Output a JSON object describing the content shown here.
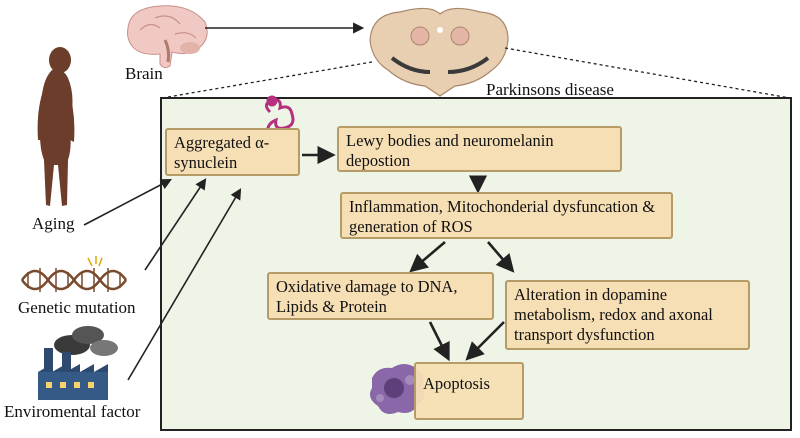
{
  "labels": {
    "brain": "Brain",
    "disease": "Parkinsons disease",
    "aging": "Aging",
    "genetic": "Genetic mutation",
    "environment": "Enviromental factor"
  },
  "boxes": {
    "aggregated": "Aggregated α-synuclein",
    "lewy": "Lewy bodies and neuromelanin depostion",
    "inflammation": "Inflammation, Mitochonderial dysfuncation & generation of ROS",
    "oxidative": "Oxidative damage to DNA, Lipids & Protein",
    "alteration": "Alteration in dopamine metabolism, redox and axonal transport dysfunction",
    "apoptosis": "Apoptosis"
  },
  "icons": [
    "human-figure-icon",
    "brain-icon",
    "midbrain-section-icon",
    "dna-icon",
    "factory-icon",
    "alpha-synuclein-protein-icon",
    "apoptosis-cell-icon"
  ],
  "colors": {
    "panel": "#eef5e6",
    "box": "#f6dfb4",
    "box_border": "#b79b67",
    "synuclein": "#b5317f",
    "apoptosis": "#7d5a9a"
  }
}
